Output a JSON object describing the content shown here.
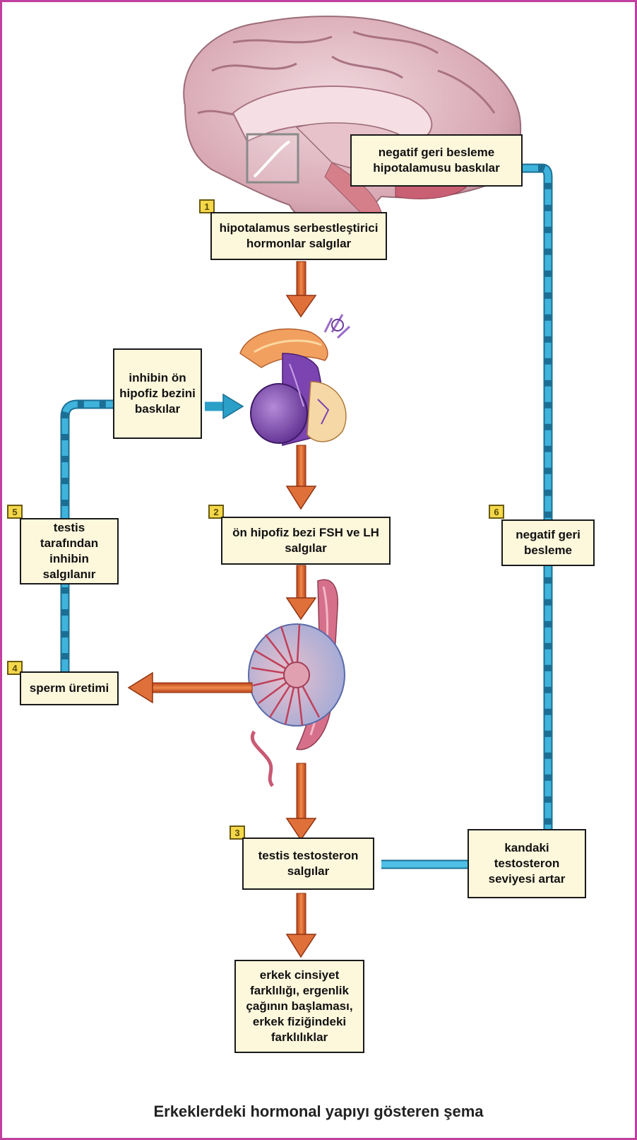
{
  "colors": {
    "frame": "#c040a0",
    "box_fill": "#fdf7dc",
    "arrow": "#d9622b",
    "feedback": "#2a9fc7",
    "step_badge": "#f4d84a"
  },
  "icons": [
    "brain-illustration",
    "pituitary-illustration",
    "testis-illustration"
  ],
  "steps": {
    "s1": {
      "num": "1",
      "text": "hipotalamus serbestleştirici\nhormonlar salgılar"
    },
    "s2": {
      "num": "2",
      "text": "ön hipofiz bezi FSH ve LH\nsalgılar"
    },
    "s3": {
      "num": "3",
      "text": "testis testosteron\nsalgılar"
    },
    "s4": {
      "num": "4",
      "text": "sperm üretimi"
    },
    "s5": {
      "num": "5",
      "text": "testis\ntarafından\ninhibin\nsalgılanır"
    },
    "s6": {
      "num": "6",
      "text": "negatif geri\nbesleme"
    }
  },
  "labels": {
    "neg_feedback_top": "negatif geri besleme\nhipotalamusu baskılar",
    "inhibin": "inhibin ön\nhipofiz bezini\nbaskılar",
    "blood_testosterone": "kandaki\ntestosteron\nseviyesi artar",
    "effects": "erkek cinsiyet\nfarklılığı, ergenlik\nçağının başlaması,\nerkek fiziğindeki\nfarklılıklar"
  },
  "caption": "Erkeklerdeki hormonal yapıyı gösteren şema"
}
